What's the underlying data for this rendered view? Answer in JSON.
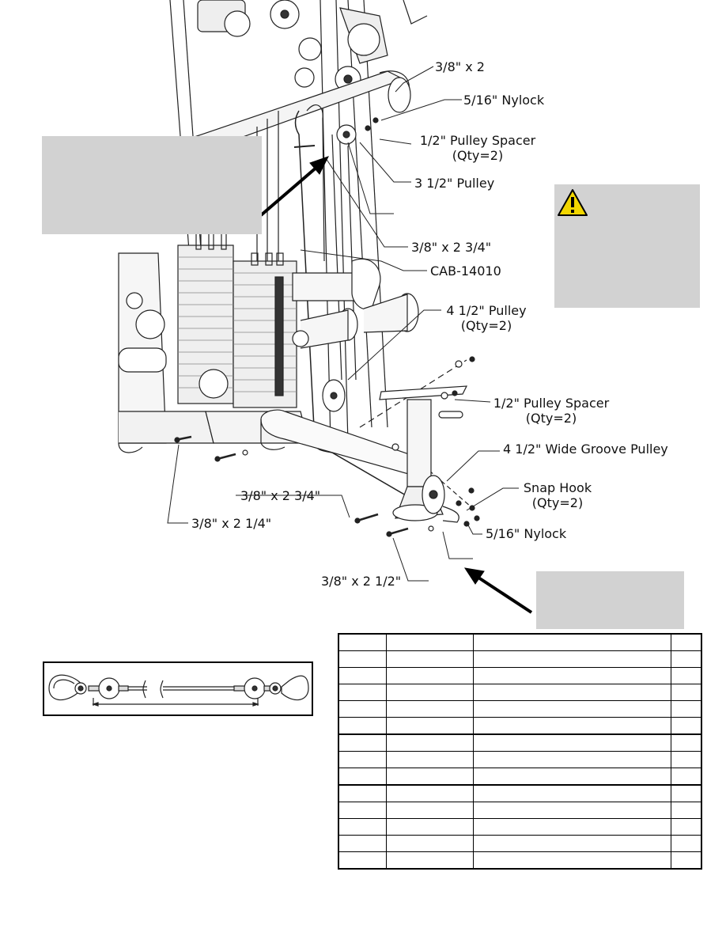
{
  "callouts": {
    "bolt_top": "3/8\" x 2",
    "nylock_top": "5/16\" Nylock",
    "pulley_spacer_top": "1/2\" Pulley Spacer",
    "pulley_spacer_top_qty": "(Qty=2)",
    "pulley_3_5": "3  1/2\" Pulley",
    "bolt_2_75_upper": "3/8\" x 2  3/4\"",
    "cable_part": "CAB-14010",
    "pulley_4_5": "4  1/2\" Pulley",
    "pulley_4_5_qty": "(Qty=2)",
    "pulley_spacer_lower": "1/2\" Pulley Spacer",
    "pulley_spacer_lower_qty": "(Qty=2)",
    "wide_groove_pulley": "4 1/2\" Wide Groove Pulley",
    "snap_hook": "Snap Hook",
    "snap_hook_qty": "(Qty=2)",
    "nylock_lower": "5/16\" Nylock",
    "bolt_2_75_lower": "3/8\" x 2  3/4\"",
    "bolt_2_25": "3/8\" x 2  1/4\"",
    "bolt_2_5": "3/8\" x 2  1/2\""
  },
  "warning": {
    "icon": "warning-triangle-icon",
    "color": "#f2d600"
  },
  "parts_table": {
    "row_count": 14
  }
}
